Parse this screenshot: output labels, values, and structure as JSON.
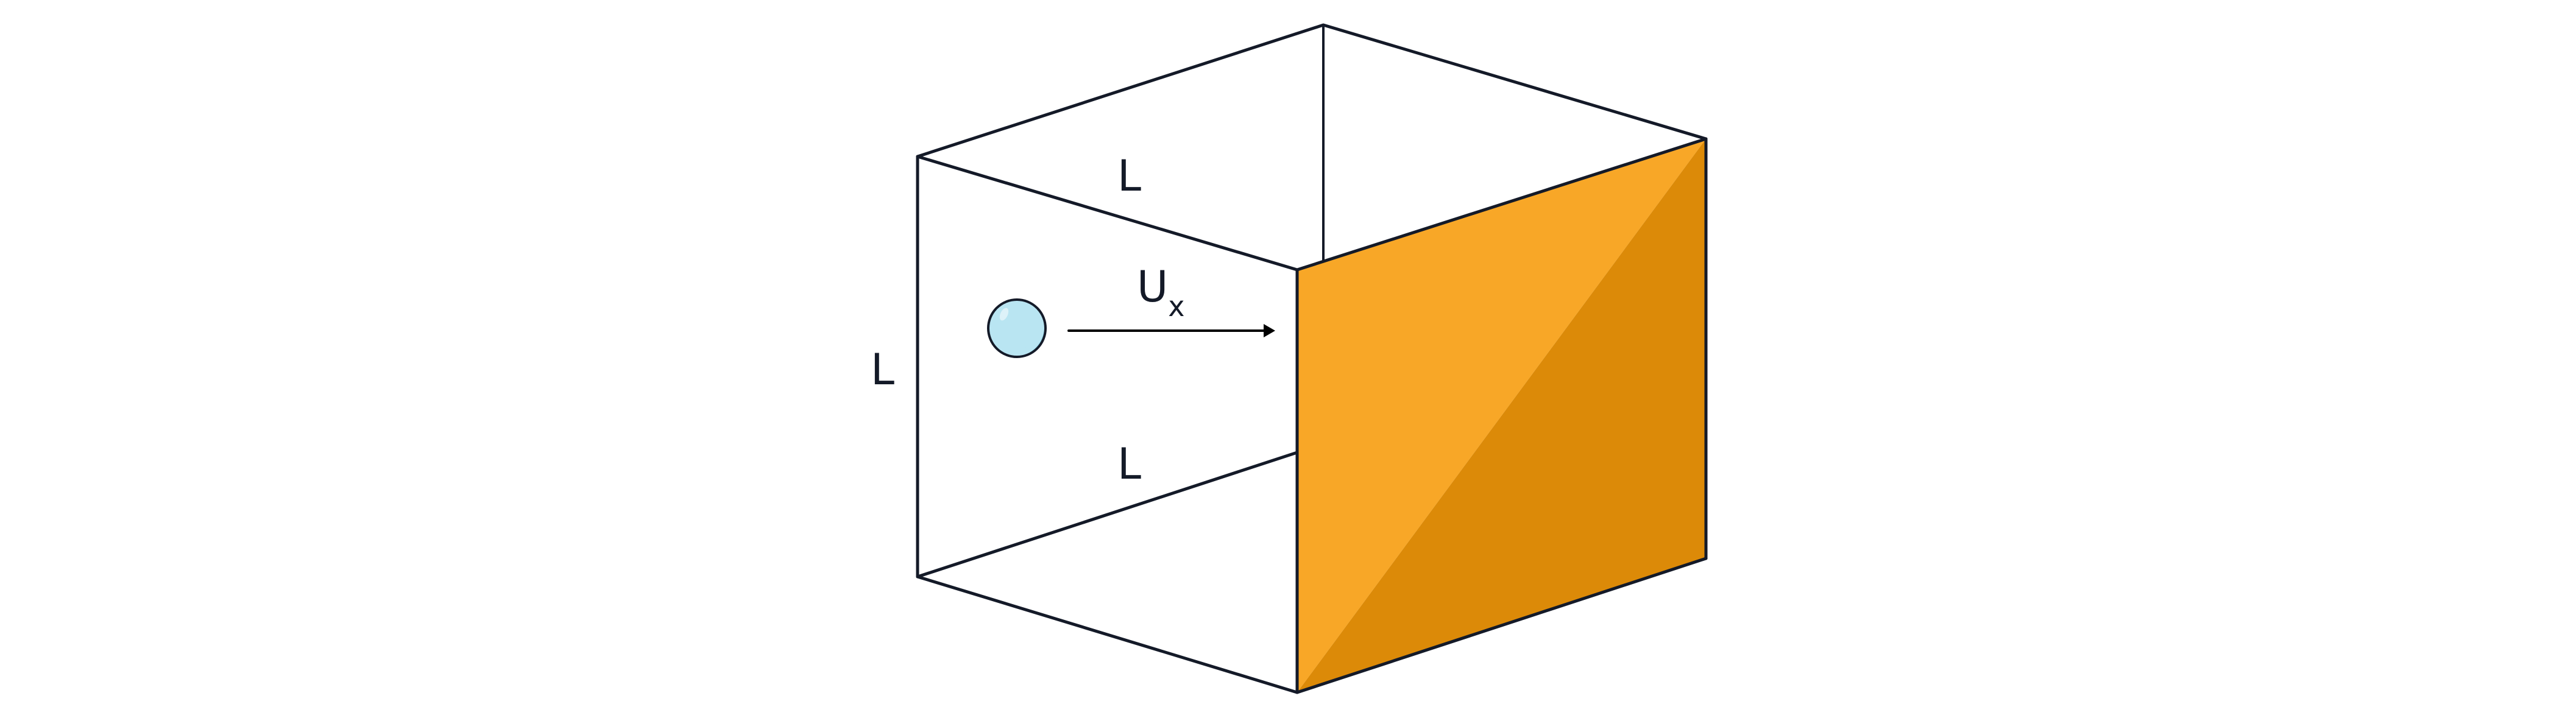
{
  "diagram": {
    "title": "",
    "labels": {
      "top_edge": "L",
      "left_edge": "L",
      "bottom_edge": "L",
      "velocity_main": "U",
      "velocity_sub": "x"
    },
    "colors": {
      "line": "#141A28",
      "face_light": "#F8A727",
      "face_dark": "#DC8A08",
      "particle_fill": "#B9E5F2",
      "particle_shade": "#8ED4EA",
      "background": "#FFFFFF"
    },
    "elements": {
      "particle": "sphere-particle",
      "arrow": "velocity-arrow",
      "highlighted_face": "front-right-face"
    }
  }
}
